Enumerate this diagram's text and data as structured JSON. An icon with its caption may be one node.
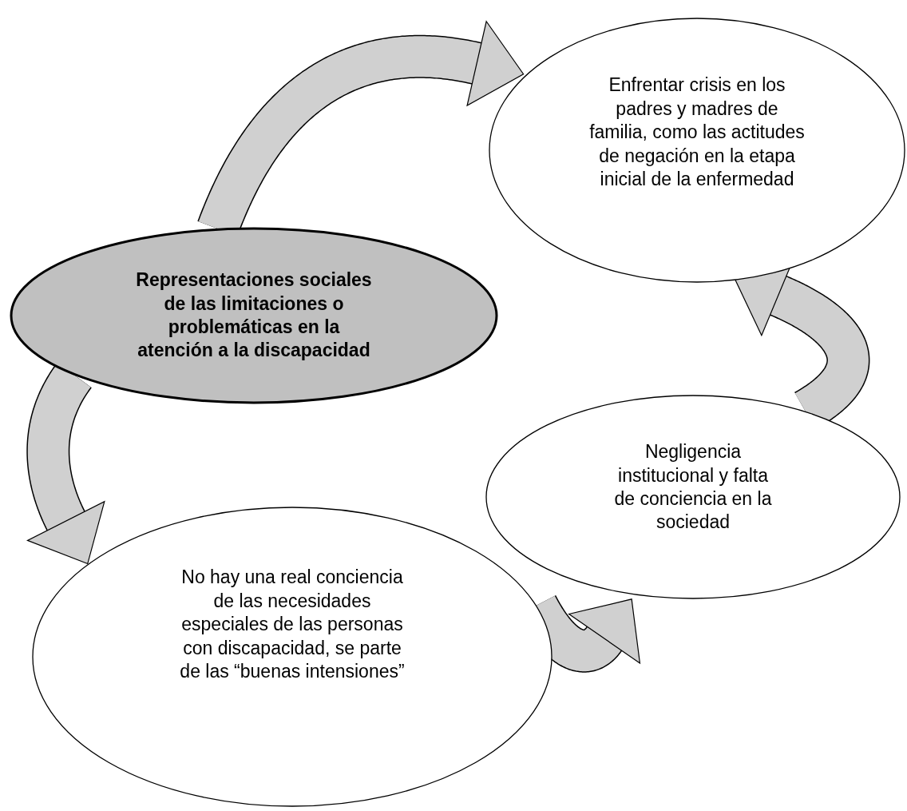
{
  "diagram": {
    "nodes": [
      {
        "text": [
          "Representaciones sociales de las limitaciones o problemáticas en la atención a la discapacidad"
        ]
      },
      {
        "text": [
          "Enfrentar crisis en los padres y madres de familia, como las actitudes de negación en la etapa inicial de la enfermedad"
        ]
      },
      {
        "text": [
          "Negligencia institucional y falta de conciencia en la sociedad"
        ]
      },
      {
        "text": [
          "No hay una real conciencia de las necesidades especiales de las personas con discapacidad, se parte de las “buenas intensiones”"
        ]
      }
    ],
    "edges": [
      {
        "from": 0,
        "to": 1,
        "arrow": "to"
      },
      {
        "from": 2,
        "to": 1,
        "arrow": "to"
      },
      {
        "from": 3,
        "to": 2,
        "arrow": "to"
      },
      {
        "from": 0,
        "to": 3,
        "arrow": "to"
      }
    ]
  }
}
